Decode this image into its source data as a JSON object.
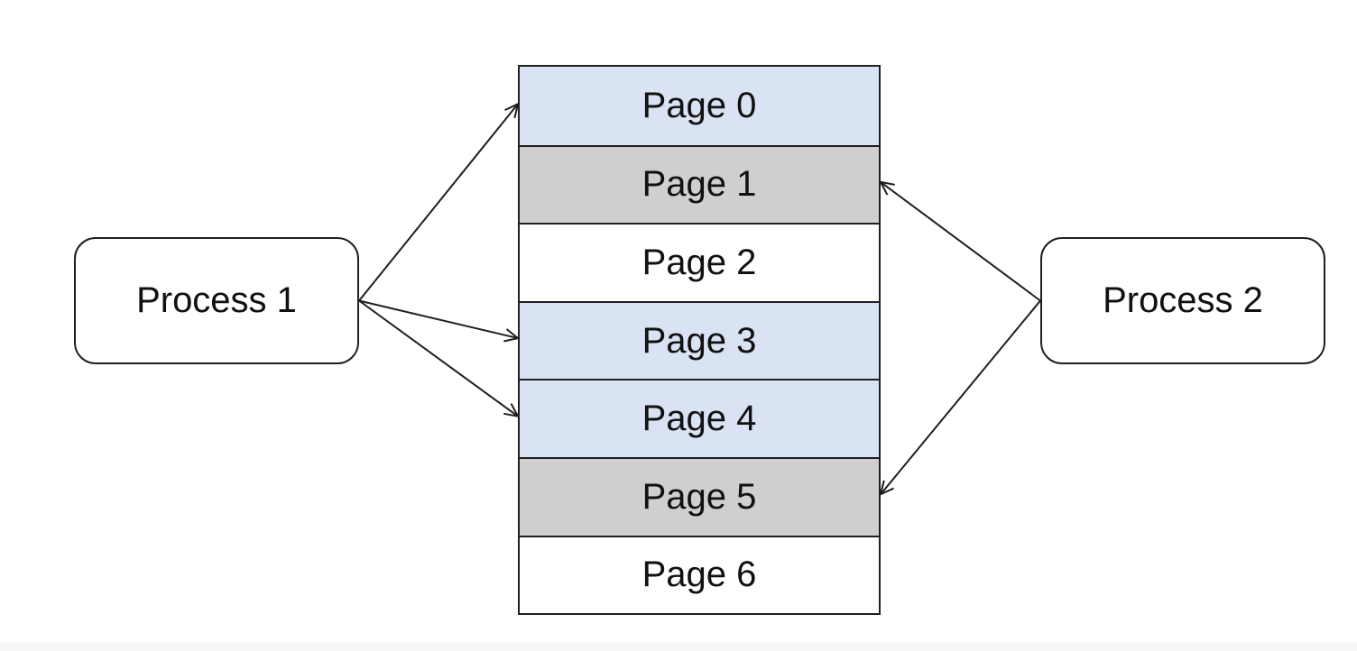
{
  "processes": [
    {
      "label": "Process 1"
    },
    {
      "label": "Process 2"
    }
  ],
  "pages": [
    {
      "label": "Page 0",
      "color": "#dae3f3"
    },
    {
      "label": "Page 1",
      "color": "#d0cece"
    },
    {
      "label": "Page 2",
      "color": "#ffffff"
    },
    {
      "label": "Page 3",
      "color": "#dae3f3"
    },
    {
      "label": "Page 4",
      "color": "#dae3f3"
    },
    {
      "label": "Page 5",
      "color": "#d0cece"
    },
    {
      "label": "Page 6",
      "color": "#ffffff"
    }
  ],
  "mappings": [
    {
      "from": "Process 1",
      "to": "Page 0"
    },
    {
      "from": "Process 1",
      "to": "Page 3"
    },
    {
      "from": "Process 1",
      "to": "Page 4"
    },
    {
      "from": "Process 2",
      "to": "Page 1"
    },
    {
      "from": "Process 2",
      "to": "Page 5"
    }
  ]
}
